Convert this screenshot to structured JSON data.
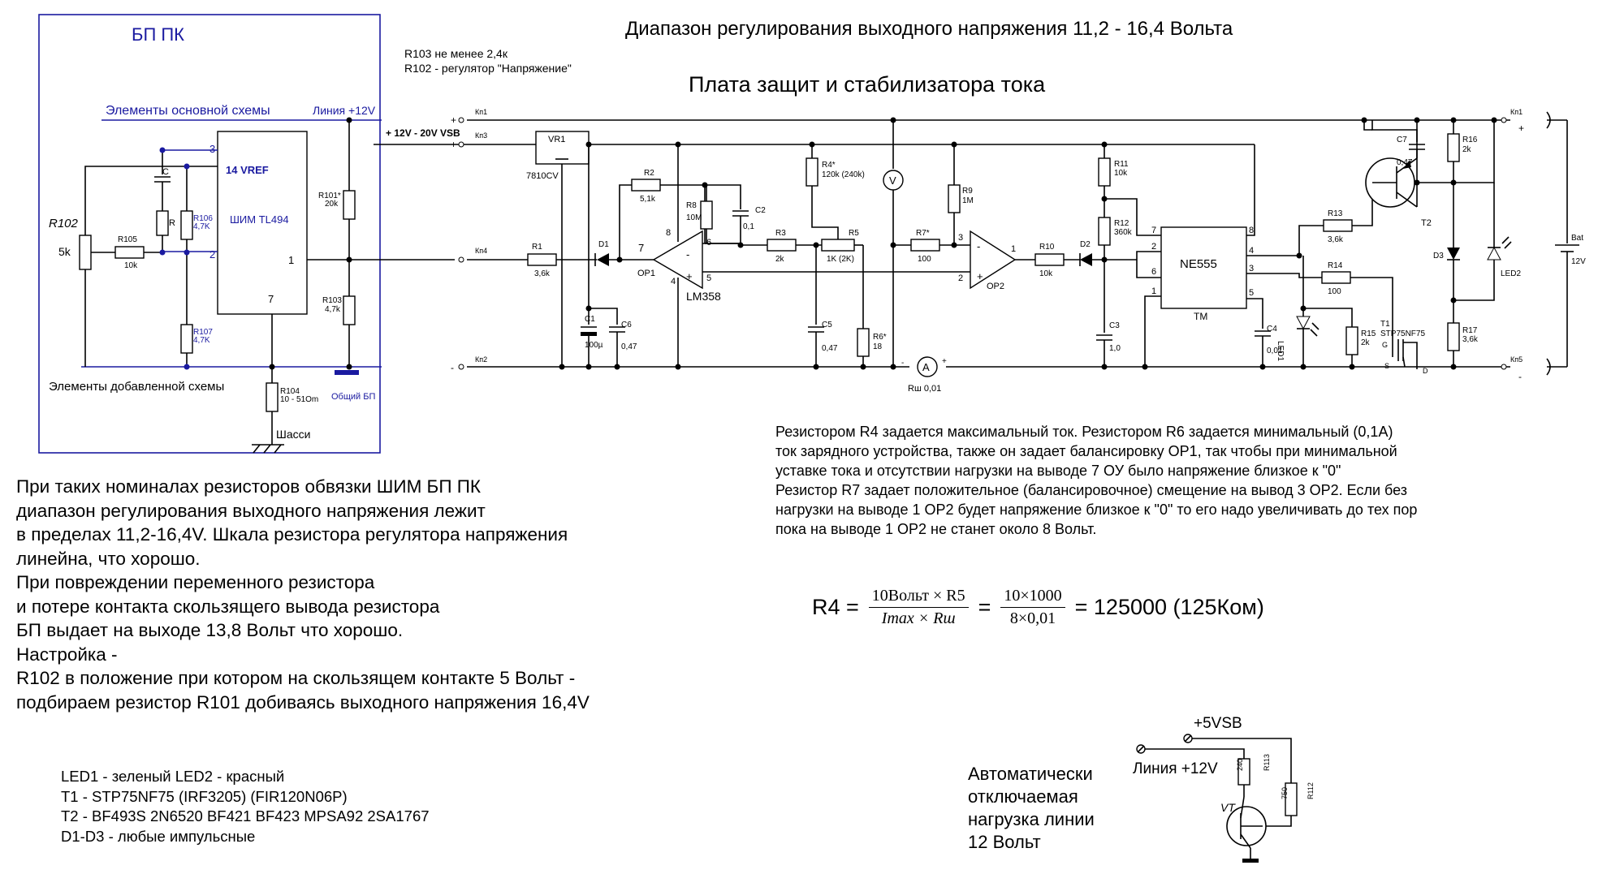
{
  "header": {
    "range_title": "Диапазон регулирования выходного напряжения  11,2 - 16,4  Вольта",
    "board_title": "Плата защит и стабилизатора тока",
    "r103_note": "R103 не менее  2,4к",
    "r102_note": "R102 - регулятор \"Напряжение\""
  },
  "psu_box": {
    "title": "БП ПК",
    "main_elements": "Элементы основной схемы",
    "line12": "Линия +12V",
    "added_elements": "Элементы добавленной схемы",
    "common": "Общий БП",
    "chassis": "Шасси",
    "vsb": "+ 12V - 20V VSB",
    "ic_name": "ШИМ TL494",
    "ic_vref": "14 VREF",
    "pins": {
      "p3": "3",
      "p2": "2",
      "p1": "1",
      "p7": "7"
    },
    "r102": "R102",
    "r102_val": "5k",
    "r105": "R105",
    "r105_val": "10k",
    "r106": "R106",
    "r106_val": "4,7K",
    "r107": "R107",
    "r107_val": "4,7K",
    "r_small": "R",
    "c_small": "C",
    "r101": "R101*",
    "r101_val": "20k",
    "r103": "R103",
    "r103_val": "4,7k",
    "r104": "R104",
    "r104_val": "10 - 51Om"
  },
  "connectors": {
    "kn1": "Кп1",
    "kn3": "Кп3",
    "kn4": "Кп4",
    "kn2": "Кп2",
    "kn1r": "Кп1",
    "kn5": "Кп5",
    "plus": "+",
    "minus": "-"
  },
  "board": {
    "vr1": "VR1",
    "vr1_type": "7810CV",
    "r1": "R1",
    "r1_val": "3,6k",
    "d1": "D1",
    "r2": "R2",
    "r2_val": "5,1k",
    "r8": "R8",
    "r8_val": "10M",
    "c2": "C2",
    "c2_val": "0,1",
    "op1": "OP1",
    "lm358": "LM358",
    "op1_pins": {
      "p8": "8",
      "p7": "7",
      "p6": "6",
      "p4": "4",
      "p5": "5"
    },
    "c1": "C1",
    "c1_val": "100µ",
    "c6": "C6",
    "c6_val": "0,47",
    "r3": "R3",
    "r3_val": "2k",
    "r4": "R4*",
    "r4_val": "120k (240k)",
    "r5": "R5",
    "r5_val": "1K (2K)",
    "c5": "C5",
    "c5_val": "0,47",
    "r6": "R6*",
    "r6_val": "18",
    "volt": "V",
    "amp": "A",
    "rsh": "Rш  0,01",
    "r9": "R9",
    "r9_val": "1M",
    "r7": "R7*",
    "r7_val": "100",
    "op2": "OP2",
    "op2_pins": {
      "p3": "3",
      "p2": "2",
      "p1": "1"
    },
    "r10": "R10",
    "r10_val": "10k",
    "d2": "D2",
    "r11": "R11",
    "r11_val": "10k",
    "r12": "R12",
    "r12_val": "360k",
    "c3": "C3",
    "c3_val": "1,0",
    "ne555": "NE555",
    "tm": "TM",
    "ne_pins": {
      "p7": "7",
      "p2": "2",
      "p6": "6",
      "p1": "1",
      "p8": "8",
      "p4": "4",
      "p3": "3",
      "p5": "5"
    },
    "c4": "C4",
    "c4_val": "0,01",
    "r13": "R13",
    "r13_val": "3,6k",
    "r14": "R14",
    "r14_val": "100",
    "r15": "R15",
    "r15_val": "2k",
    "led1": "LED1",
    "t1": "T1",
    "t1_type": "STP75NF75",
    "t1_g": "G",
    "t1_s": "S",
    "t1_d": "D",
    "t2": "T2",
    "c7": "C7",
    "c7_val": "0,47",
    "r16": "R16",
    "r16_val": "2k",
    "d3": "D3",
    "led2": "LED2",
    "r17": "R17",
    "r17_val": "3,6k",
    "bat": "Bat",
    "bat_val": "12V"
  },
  "notes_right": "Резистором R4 задается максимальный ток. Резистором R6 задается минимальный (0,1А)\nток зарядного устройства, также он задает балансировку OP1, так чтобы при минимальной\nуставке тока и отсутствии нагрузки на выводе 7 ОУ было напряжение близкое к \"0\"\nРезистор R7 задает положительное (балансировочное) смещение на вывод 3 OP2. Если без\nнагрузки на выводе 1 OP2 будет напряжение близкое к \"0\" то его надо увеличивать до тех пор\nпока на выводе 1 OP2 не станет около 8 Вольт.",
  "formula": {
    "lhs": "R4 =",
    "num1": "10Вольт × R5",
    "den1": "Imax × Rш",
    "eq": "=",
    "num2": "10×1000",
    "den2": "8×0,01",
    "result": "= 125000 (125Ком)"
  },
  "notes_left": "При таких номиналах резисторов обвязки ШИМ БП ПК\n диапазон регулирования  выходного напряжения лежит\n в пределах  11,2-16,4V. Шкала резистора регулятора напряжения\n линейна, что хорошо.\nПри повреждении переменного резистора\nи потере контакта скользящего вывода резистора\n БП выдает на выходе 13,8 Вольт что хорошо.\n    Настройка  -\nR102 в положение при котором на скользящем контакте 5 Вольт -\nподбираем резистор R101 добиваясь  выходного напряжения  16,4V",
  "legend": "LED1 - зеленый    LED2 - красный\nT1 - STP75NF75 (IRF3205) (FIR120N06P)\nT2 - BF493S  2N6520  BF421 BF423  MPSA92  2SA1767\nD1-D3 - любые импульсные",
  "autoload": {
    "text": "Автоматически\nотключаемая\nнагрузка линии\n12 Вольт",
    "vsb": "+5VSB",
    "line": "Линия +12V",
    "r113": "R113",
    "r113_val": "240",
    "r112": "R112",
    "r112_val": "750",
    "vt": "VT"
  }
}
